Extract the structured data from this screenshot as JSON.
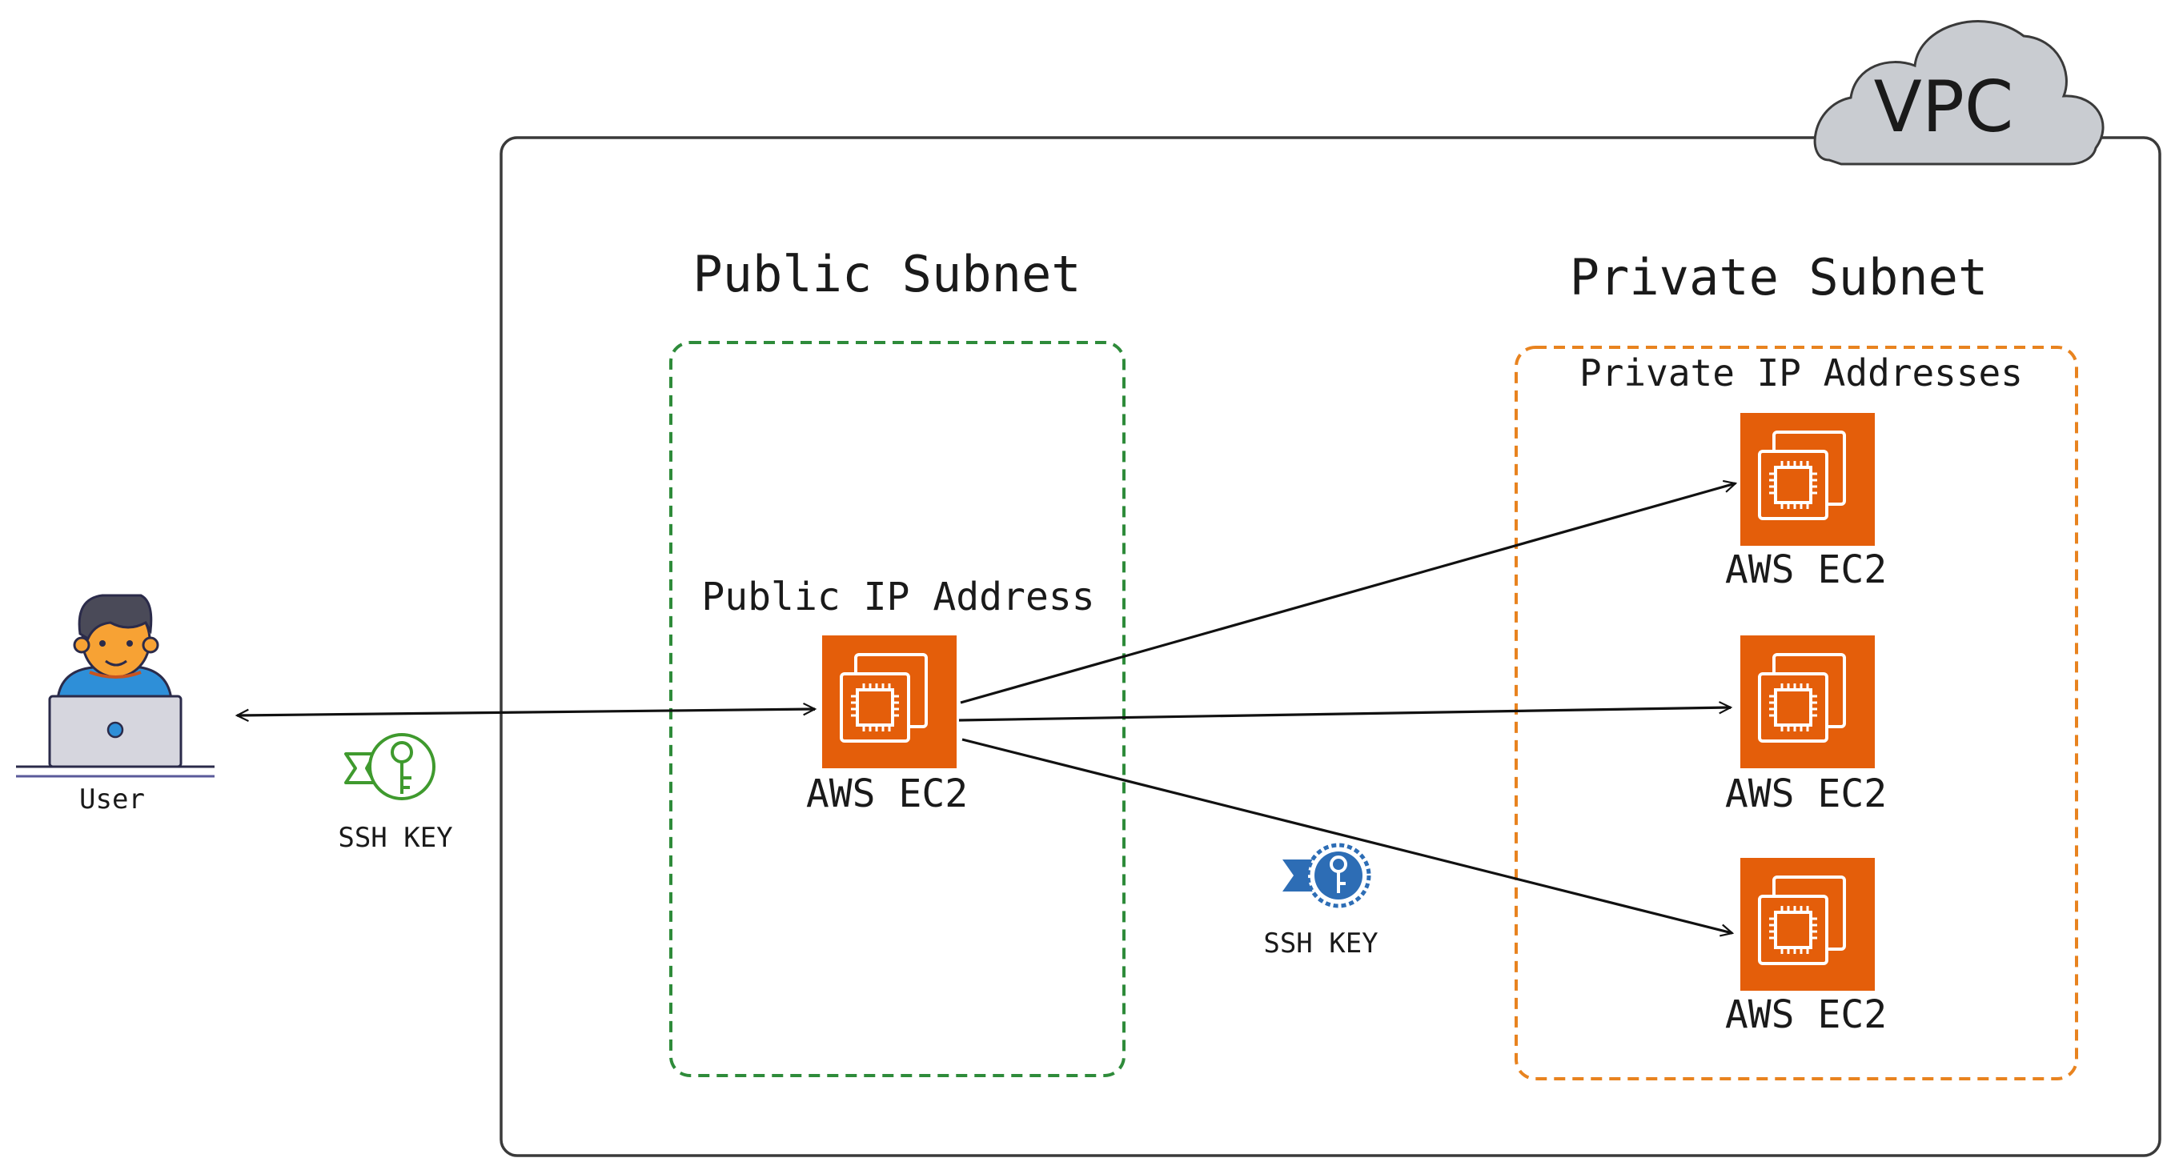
{
  "vpc": {
    "label": "VPC"
  },
  "public_subnet": {
    "title": "Public Subnet",
    "ip_label": "Public IP Address",
    "instance_label": "AWS EC2"
  },
  "private_subnet": {
    "title": "Private Subnet",
    "ip_label": "Private IP Addresses",
    "instances": [
      {
        "label": "AWS EC2"
      },
      {
        "label": "AWS EC2"
      },
      {
        "label": "AWS EC2"
      }
    ]
  },
  "user": {
    "label": "User"
  },
  "ssh_keys": {
    "user_key": "SSH KEY",
    "internal_key": "SSH KEY"
  },
  "colors": {
    "ec2_orange": "#E45E0A",
    "public_border": "#2E8B3A",
    "private_border": "#E8831F",
    "cloud_fill": "#C9CCD1",
    "key_green": "#3F9A2E",
    "key_blue": "#2D6DB5",
    "line": "#111111"
  }
}
